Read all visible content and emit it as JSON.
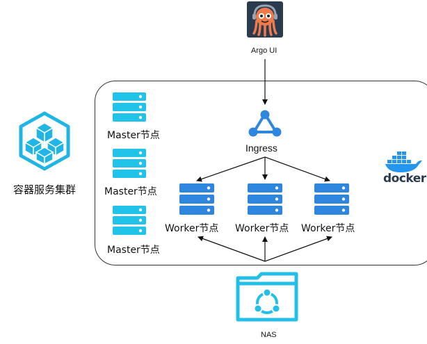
{
  "colors": {
    "server_master": "#22c3e8",
    "server_worker": "#2e86de",
    "ingress": "#2e86de",
    "cluster_icon": "#1fb6e6",
    "nas": "#23bfe8",
    "docker": "#2496ed",
    "line": "#111111",
    "argo_bg": "#2b3b4f",
    "argo_body": "#ef7b4d"
  },
  "argo": {
    "label": "Argo UI",
    "icon": "argo-octopus-icon"
  },
  "cluster": {
    "label": "容器服务集群",
    "icon": "hexagon-cubes-icon"
  },
  "masters": [
    {
      "label": "Master节点"
    },
    {
      "label": "Master节点"
    },
    {
      "label": "Master节点"
    }
  ],
  "ingress": {
    "label": "Ingress",
    "icon": "ingress-network-icon"
  },
  "workers": [
    {
      "label": "Worker节点"
    },
    {
      "label": "Worker节点"
    },
    {
      "label": "Worker节点"
    }
  ],
  "docker": {
    "label": "docker",
    "icon": "docker-whale-icon"
  },
  "nas": {
    "label": "NAS",
    "icon": "nas-folder-share-icon"
  }
}
